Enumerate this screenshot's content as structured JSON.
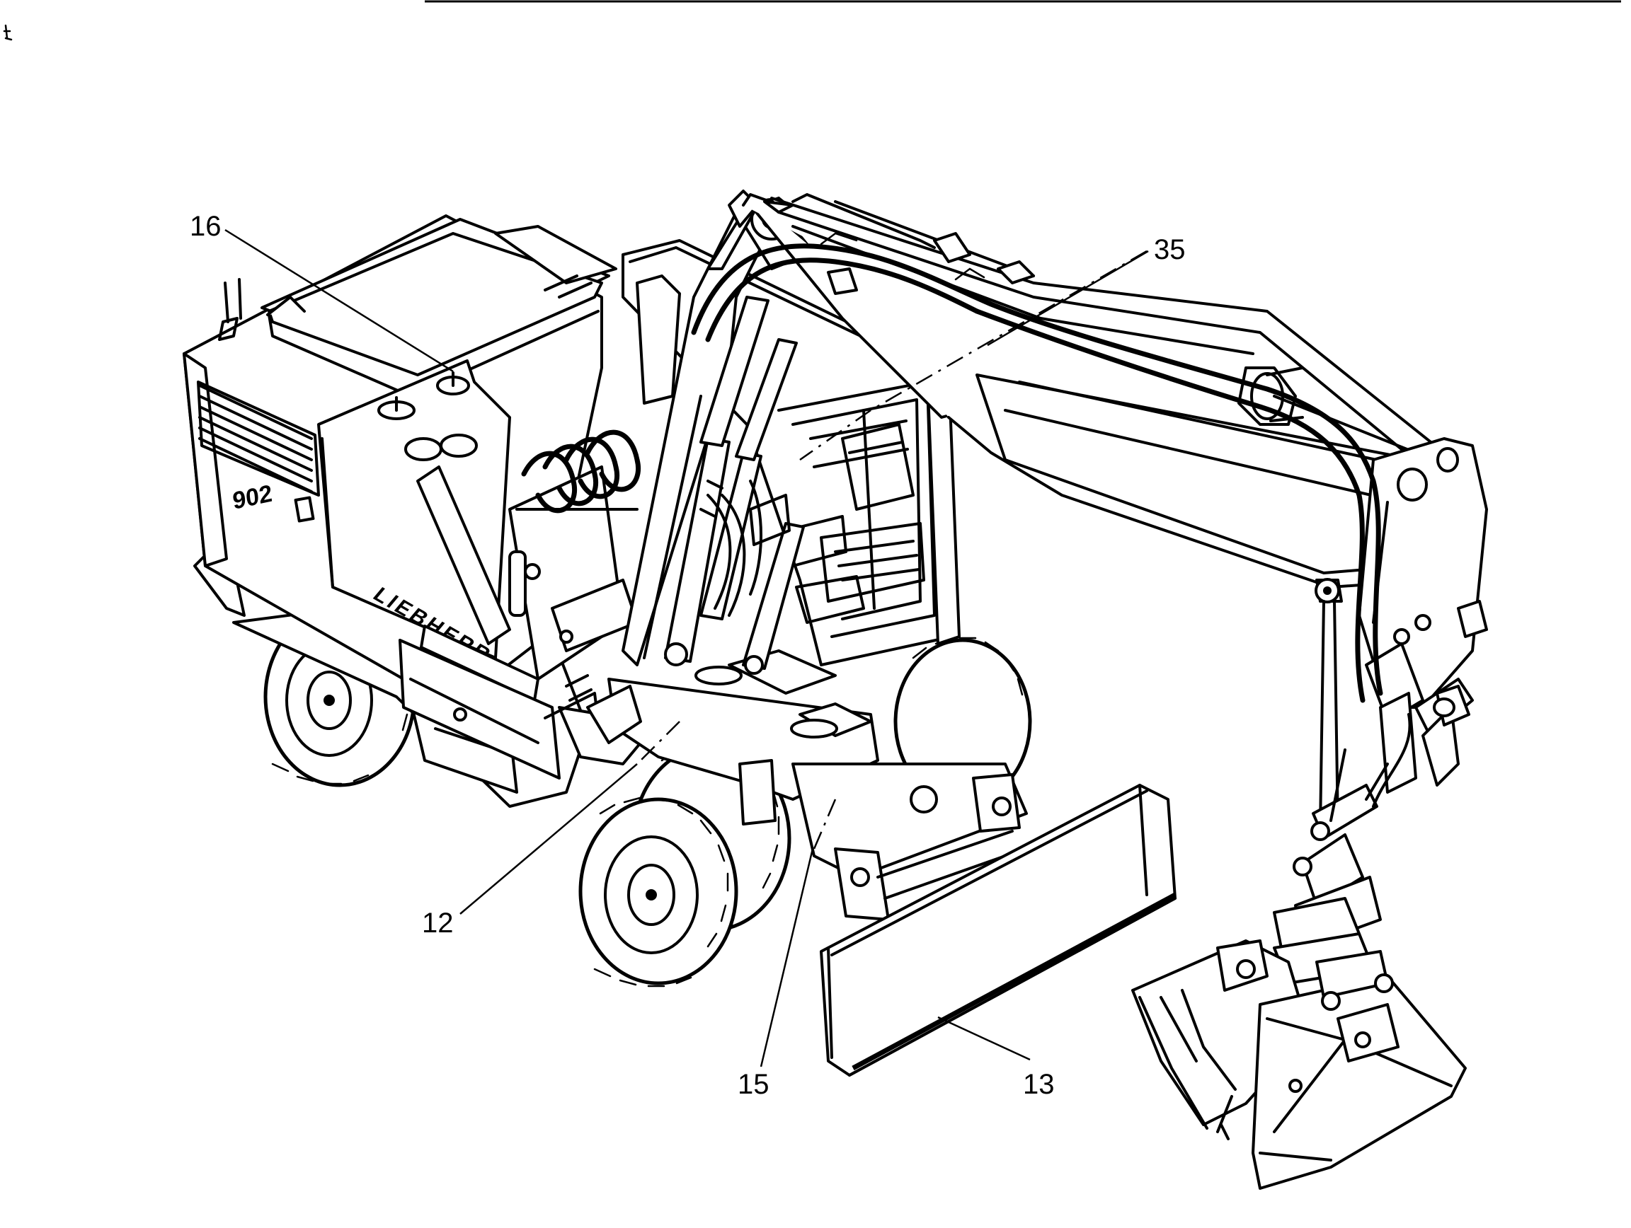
{
  "diagram": {
    "brand_label": "LIEBHERR",
    "model_label": "902",
    "callouts": {
      "c16": "16",
      "c35": "35",
      "c12": "12",
      "c15": "15",
      "c13": "13"
    }
  }
}
